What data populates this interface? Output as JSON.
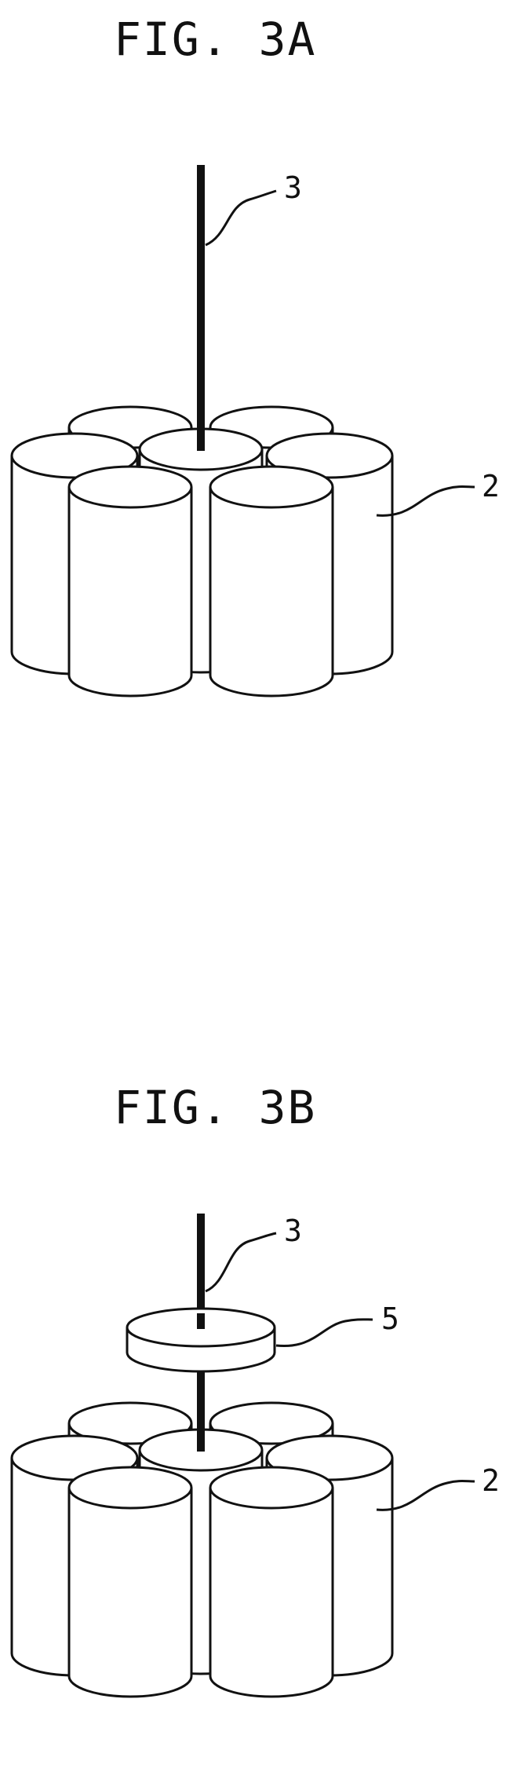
{
  "figures": [
    {
      "title": "FIG. 3A",
      "labels": {
        "rod": "3",
        "cylinders": "2"
      }
    },
    {
      "title": "FIG. 3B",
      "labels": {
        "rod": "3",
        "disc": "5",
        "cylinders": "2"
      }
    }
  ]
}
